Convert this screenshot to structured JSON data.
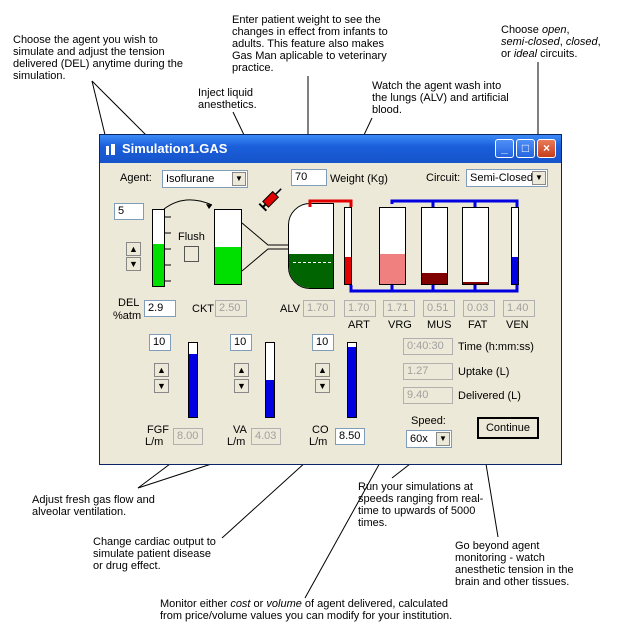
{
  "annotations": {
    "agent_choice": "Choose the agent you wish to simulate and adjust the tension delivered (DEL) anytime during the simulation.",
    "weight": "Enter patient weight to see the changes in effect from infants to adults. This feature also makes Gas Man aplicable to veterinary practice.",
    "circuits_pre": "Choose ",
    "circuits_open": "open",
    "circuits_sep1": ",",
    "circuits_semi": "semi-closed",
    "circuits_sep2": ", ",
    "circuits_closed": "closed",
    "circuits_sep3": ",",
    "circuits_or": "or ",
    "circuits_ideal": "ideal",
    "circuits_post": " circuits.",
    "inject": "Inject liquid anesthetics.",
    "wash": "Watch the agent wash into the lungs (ALV) and artificial blood.",
    "fgf_va": "Adjust fresh gas flow and alveolar ventilation.",
    "cardiac": "Change cardiac output to simulate patient disease or drug effect.",
    "speeds": "Run your simulations at speeds ranging from real-time to upwards of 5000 times.",
    "beyond": "Go beyond agent monitoring - watch anesthetic tension in the brain and other tissues.",
    "cost_pre": "Monitor either ",
    "cost_cost": "cost",
    "cost_or": " or ",
    "cost_volume": "volume",
    "cost_post": " of agent delivered, calculated from price/volume values you can modify for your institution."
  },
  "window": {
    "title": "Simulation1.GAS",
    "agent_label": "Agent:",
    "agent_value": "Isoflurane",
    "weight_value": "70",
    "weight_label": "Weight (Kg)",
    "circuit_label": "Circuit:",
    "circuit_value": "Semi-Closed",
    "flush_label": "Flush",
    "del_spin": "5",
    "del_label1": "DEL",
    "del_label2": "%atm",
    "del_value": "2.9",
    "ckt_label": "CKT",
    "ckt_value": "2.50",
    "compartments": {
      "alv_label": "ALV",
      "alv_value": "1.70",
      "art_label": "ART",
      "art_value": "1.70",
      "vrg_label": "VRG",
      "vrg_value": "1.71",
      "mus_label": "MUS",
      "mus_value": "0.51",
      "fat_label": "FAT",
      "fat_value": "0.03",
      "ven_label": "VEN",
      "ven_value": "1.40"
    },
    "fgf": {
      "spin": "10",
      "label1": "FGF",
      "label2": "L/m",
      "value": "8.00",
      "level": 0.85
    },
    "va": {
      "spin": "10",
      "label1": "VA",
      "label2": "L/m",
      "value": "4.03",
      "level": 0.5
    },
    "co": {
      "spin": "10",
      "label1": "CO",
      "label2": "L/m",
      "value": "8.50",
      "level": 0.95
    },
    "time_value": "0:40:30",
    "time_label": "Time (h:mm:ss)",
    "uptake_value": "1.27",
    "uptake_label": "Uptake (L)",
    "delivered_value": "9.40",
    "delivered_label": "Delivered (L)",
    "speed_label": "Speed:",
    "speed_value": "60x",
    "continue_label": "Continue",
    "levels": {
      "del_meter": 0.55,
      "ckt": 0.5,
      "alv": 0.4,
      "art": 0.35,
      "vrg": 0.4,
      "mus": 0.15,
      "fat": 0.02,
      "ven": 0.35
    },
    "colors": {
      "green": "#00e000",
      "dark_green": "#006400",
      "red": "#e00000",
      "pink": "#f08080",
      "dark_red": "#800000",
      "blue": "#0000e0",
      "pipe_red": "#e00000",
      "pipe_blue": "#0000e0"
    }
  }
}
